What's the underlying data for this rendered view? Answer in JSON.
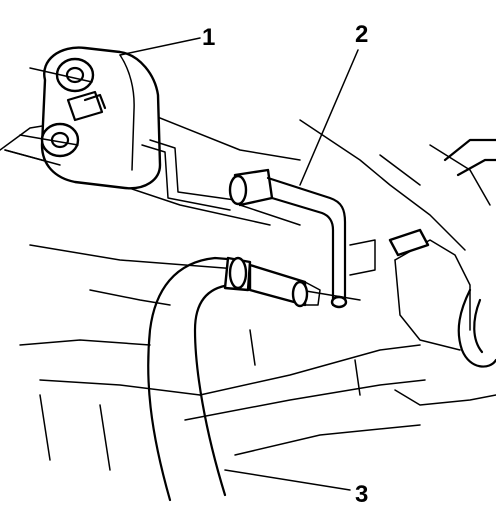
{
  "diagram": {
    "callouts": [
      {
        "id": "1",
        "label": "1"
      },
      {
        "id": "2",
        "label": "2"
      },
      {
        "id": "3",
        "label": "3"
      }
    ],
    "stroke_color": "#000000",
    "background": "#ffffff"
  }
}
